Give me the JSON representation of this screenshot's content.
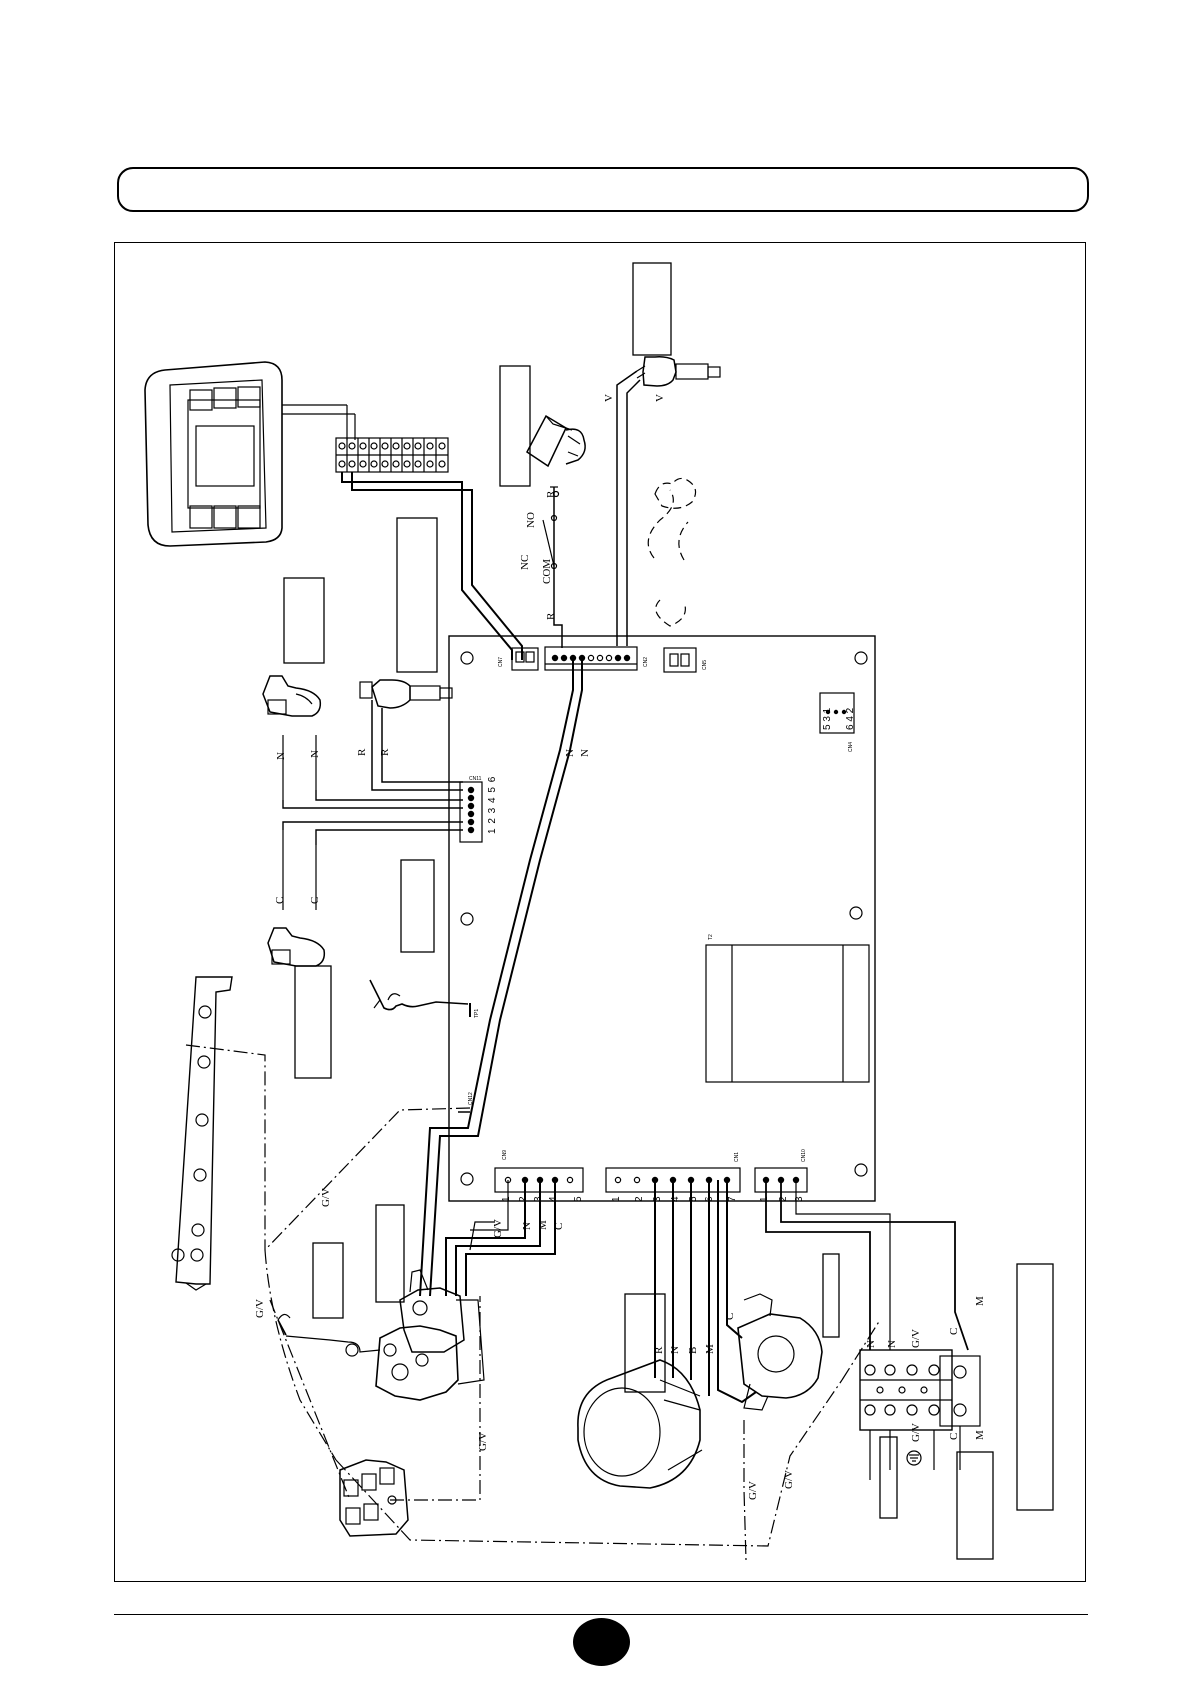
{
  "board": {
    "connectors": {
      "cn7": "CN7",
      "cn2": "CN2",
      "cn5": "CN5",
      "cn4": "CN4",
      "cn11": "CN11",
      "cn12": "CN12",
      "cn9": "CN9",
      "cn1": "CN1",
      "cn10": "CN10",
      "t2": "T2",
      "tp1": "TP1"
    },
    "cn4_pins_top": "5 3 1",
    "cn4_pins_bottom": "6 4 2",
    "cn11_pins": "1 2 3 4 5 6",
    "cn9_pins": [
      "1",
      "2",
      "3",
      "4",
      "5"
    ],
    "cn1_pins": [
      "1",
      "2",
      "3",
      "4",
      "5",
      "6",
      "7"
    ],
    "cn10_pins": [
      "1",
      "2",
      "3"
    ]
  },
  "wire_labels": {
    "nc": "NC",
    "no": "NO",
    "com": "COM",
    "r": "R",
    "v": "V",
    "n": "N",
    "c": "C",
    "m": "M",
    "b": "B",
    "gv": "G/V"
  }
}
